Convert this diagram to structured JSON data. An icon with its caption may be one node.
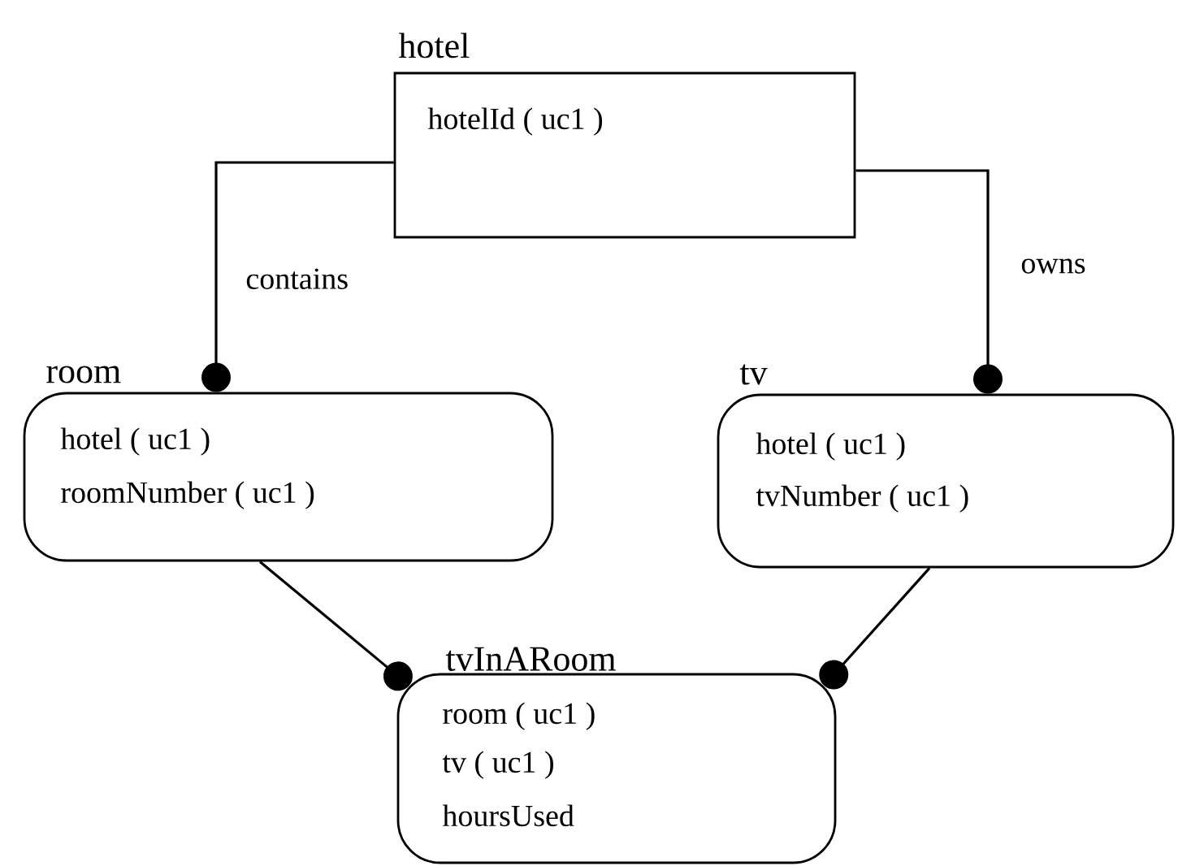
{
  "diagram": {
    "nodes": [
      {
        "text": [
          "hotel",
          "hotelId  ( uc1 )"
        ]
      },
      {
        "text": [
          "room",
          "hotel  ( uc1 )",
          "roomNumber ( uc1 )"
        ]
      },
      {
        "text": [
          "tv",
          "hotel ( uc1 )",
          "tvNumber ( uc1 )"
        ]
      },
      {
        "text": [
          "tvInARoom",
          "room  ( uc1 )",
          "tv ( uc1 )",
          "hoursUsed"
        ]
      }
    ],
    "edges": [
      {
        "from": 0,
        "to": 1,
        "arrow": "other",
        "label": "contains"
      },
      {
        "from": 0,
        "to": 2,
        "arrow": "other",
        "label": "owns"
      },
      {
        "from": 1,
        "to": 3,
        "arrow": "other"
      },
      {
        "from": 2,
        "to": 3,
        "arrow": "other"
      }
    ]
  }
}
